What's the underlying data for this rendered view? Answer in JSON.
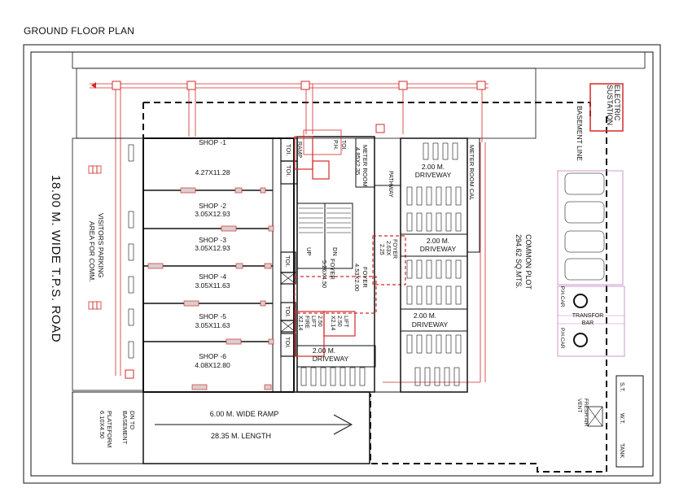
{
  "title": "GROUND FLOOR PLAN",
  "road": "18.00 M. WIDE T.P.S. ROAD",
  "visitors_parking": [
    "VISITORS PARKING",
    "AREA FOR COMM."
  ],
  "shops": [
    {
      "name": "SHOP -1",
      "size": "4.27X11.28"
    },
    {
      "name": "SHOP -2",
      "size": "3.05X12.93"
    },
    {
      "name": "SHOP -3",
      "size": "3.05X12.93"
    },
    {
      "name": "SHOP -4",
      "size": "3.05X11.63"
    },
    {
      "name": "SHOP -5",
      "size": "3.05X11.63"
    },
    {
      "name": "SHOP -6",
      "size": "4.08X12.80"
    }
  ],
  "toilet": "TOI.",
  "ramp_small": "RAMP",
  "ph_toi": [
    "P.H.",
    "TOI."
  ],
  "meter_room": [
    "METER ROOM",
    "4.85X2.35"
  ],
  "meter_room_cal": "METER ROOM CAL",
  "pathway": "PATHWAY",
  "up": "UP",
  "dn": "DN",
  "foyer_1": [
    "FOYER",
    "5.26X4.50"
  ],
  "foyer_2": [
    "FOYER",
    "4.53X2.00"
  ],
  "foyer_3": [
    "FOYER",
    "2.63X",
    "2.25"
  ],
  "lift_1": [
    "LIFT",
    "2.50",
    "X2.14"
  ],
  "lift_2": [
    "FIRE",
    "LIFT",
    "X2.14",
    "2.50"
  ],
  "driveway": [
    "2.00 M.",
    "DRIVEWAY"
  ],
  "common_plot": [
    "COMMON PLOT",
    "294.62 SQ.MTS."
  ],
  "electric": [
    "ELECTRIC",
    "SUSTATION"
  ],
  "basement_line": "BASEMENT LINE",
  "ph_car": "P.H.CAR",
  "transformer": [
    "TRANSFOR",
    "BAR"
  ],
  "ramp": [
    "6.00 M. WIDE RAMP",
    "28.35 M. LENGTH"
  ],
  "dn_to_basement": [
    "DN TO",
    "BASEMENT",
    "PLATEFORM",
    "6.10X4.50"
  ],
  "fresh_air": [
    "FRESH AIR",
    "VENT"
  ],
  "tank": [
    "S.T.",
    "W.T.",
    "TANK"
  ],
  "colors": {
    "wall": "#111111",
    "accent": "#d42a2a",
    "pink": "#c47fbf",
    "bg": "#ffffff"
  }
}
